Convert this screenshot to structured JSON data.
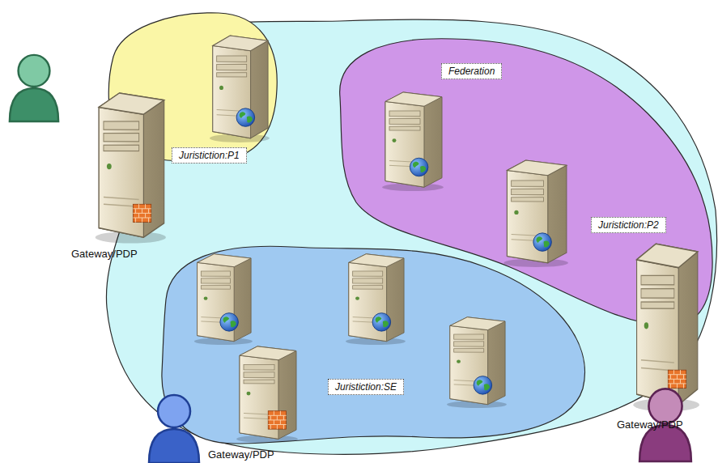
{
  "diagram": {
    "nodes": [
      {
        "text": [
          "Federation"
        ]
      },
      {
        "text": [
          "Juristiction:P1"
        ],
        "in": 0
      },
      {
        "text": [
          "Juristiction:P2"
        ],
        "in": 0
      },
      {
        "text": [
          "Juristiction:SE"
        ],
        "in": 0
      }
    ],
    "labels": [
      "Gateway/PDP",
      "Gateway/PDP",
      "Gateway/PDP"
    ]
  }
}
